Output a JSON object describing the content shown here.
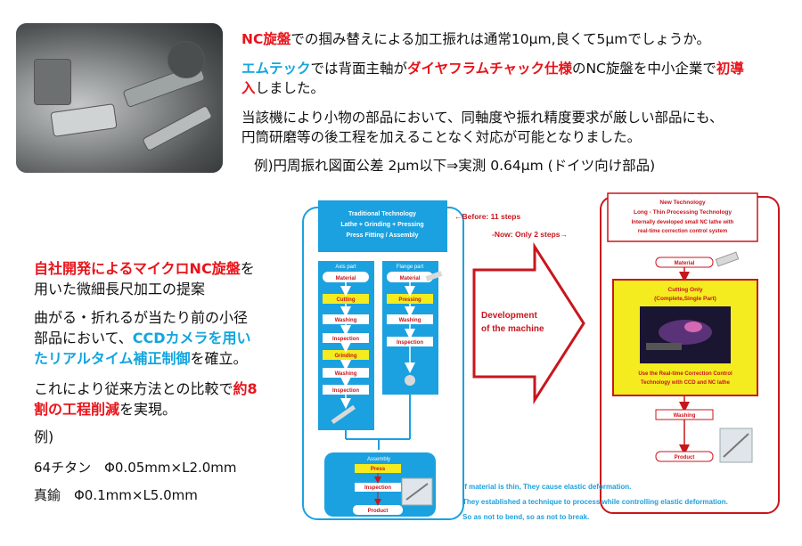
{
  "intro": {
    "line1_red": "NC旋盤",
    "line1_rest": "での掴み替えによる加工振れは通常10μm,良くて5μmでしょうか。",
    "line2_cyan": "エムテック",
    "line2_mid": "では背面主軸が",
    "line2_red": "ダイヤフラムチャック仕様",
    "line2_mid2": "のNC旋盤を中小企業で",
    "line2_red2": "初導",
    "line2_red3": "入",
    "line2_end": "しました。",
    "para2_line1": "当該機により小物の部品において、同軸度や振れ精度要求が厳しい部品にも、",
    "para2_line2": "円筒研磨等の後工程を加えることなく対応が可能となりました。",
    "example": "例)円周振れ図面公差 2μm以下⇒実測 0.64μm (ドイツ向け部品)"
  },
  "left": {
    "p1_red": "自社開発によるマイクロNC旋盤",
    "p1_end": "を",
    "p1_line2": "用いた微細長尺加工の提案",
    "p2_line1": "曲がる・折れるが当たり前の小径",
    "p2_line2a": "部品において、",
    "p2_cyan1": "CCDカメラを用い",
    "p2_cyan2": "たリアルタイム補正制御",
    "p2_end": "を確立。",
    "p3_line1a": "これにより従来方法との比較で",
    "p3_red1": "約8",
    "p3_red2": "割の工程削減",
    "p3_end": "を実現。",
    "ex": "例)",
    "ex1": "64チタン　Φ0.05mm×L2.0mm",
    "ex2": "真鍮　Φ0.1mm×L5.0mm"
  },
  "diagram": {
    "trad_title": [
      "Traditional Technology",
      "Lathe + Grinding + Pressing",
      "Press Fitting / Assembly"
    ],
    "before": "←Before: 11 steps",
    "now": "-Now: Only 2 steps→",
    "axis_part": "Axis part",
    "flange_part": "Flange part",
    "axis_steps": [
      "Material",
      "Cutting",
      "Washing",
      "Inspection",
      "Grinding",
      "Washing",
      "Inspection"
    ],
    "flange_steps": [
      "Material",
      "Pressing",
      "Washing",
      "Inspection"
    ],
    "assembly": "Assembly",
    "assembly_steps": [
      "Press",
      "Inspection",
      "Product"
    ],
    "development": [
      "Development",
      "of the machine"
    ],
    "new_title": [
      "New Technology",
      "Long - Thin Processing Technology",
      "Internally developed small NC lathe with",
      "real-time correction control system"
    ],
    "new_material": "Material",
    "cutting_only": [
      "Cutting Only",
      "(Complete,Single Part)"
    ],
    "realtime": [
      "Use the Real-time Correction Control",
      "Technology with CCD and NC lathe"
    ],
    "new_washing": "Washing",
    "new_product": "Product",
    "notes": [
      "If material is thin, They cause elastic deformation.",
      "They established a technique to process while controlling elastic deformation.",
      "So as not to bend, so as not to break."
    ]
  },
  "colors": {
    "red": "#e8141b",
    "cyan": "#12a6df",
    "blue_box": "#1ba1df",
    "yellow": "#f4ec1f",
    "dark_red": "#c8161d"
  }
}
